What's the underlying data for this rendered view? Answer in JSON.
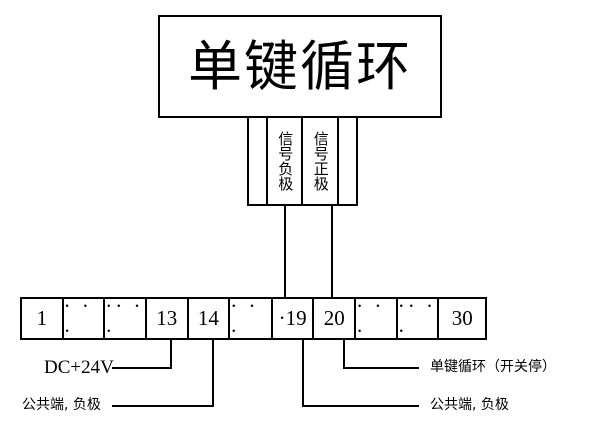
{
  "diagram": {
    "device": {
      "title": "单键循环"
    },
    "signal_terminals": [
      {
        "label": "信号负极"
      },
      {
        "label": "信号正极"
      }
    ],
    "terminal_strip": {
      "cells": [
        {
          "text": "1",
          "kind": "number"
        },
        {
          "text": "·  ·  ·",
          "kind": "dots"
        },
        {
          "text": "··  ·  ·",
          "kind": "dots"
        },
        {
          "text": "13",
          "kind": "number"
        },
        {
          "text": "14",
          "kind": "number"
        },
        {
          "text": "·  ·  ·",
          "kind": "dots"
        },
        {
          "text": "·19",
          "kind": "number"
        },
        {
          "text": "20",
          "kind": "number"
        },
        {
          "text": "·  ·  ·",
          "kind": "dots"
        },
        {
          "text": "··  ·  ·",
          "kind": "dots"
        },
        {
          "text": "30",
          "kind": "number"
        }
      ]
    },
    "annotations": {
      "left_power": "DC+24V",
      "left_common": "公共端, 负极",
      "right_function": "单键循环（开关停）",
      "right_common": "公共端, 负极"
    },
    "colors": {
      "line": "#000000",
      "background": "#ffffff"
    }
  }
}
